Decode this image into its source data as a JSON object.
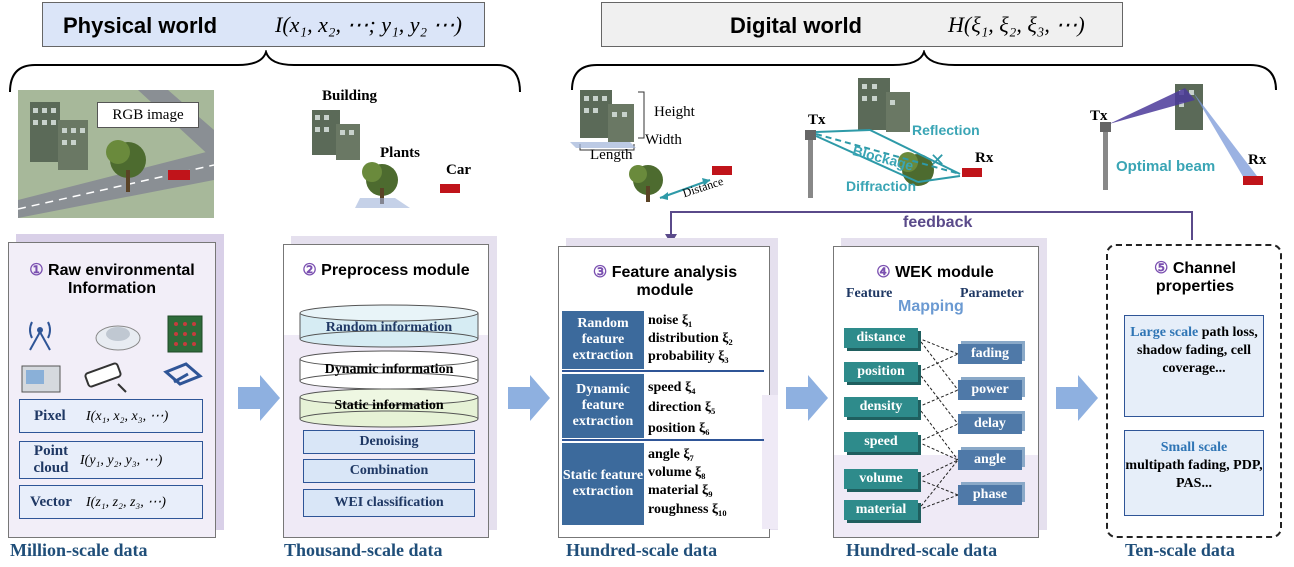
{
  "header": {
    "physical_title": "Physical world",
    "physical_formula": "I(x₁, x₂, ⋯; y₁, y₂ ⋯)",
    "digital_title": "Digital world",
    "digital_formula": "H(ξ₁, ξ₂, ξ₃, ⋯)"
  },
  "scene": {
    "rgb_label": "RGB image",
    "building": "Building",
    "plants": "Plants",
    "car": "Car",
    "height": "Height",
    "width": "Width",
    "length": "Length",
    "distance": "Distance",
    "tx": "Tx",
    "rx": "Rx",
    "reflection": "Reflection",
    "blockage": "Blockage",
    "diffraction": "Diffraction",
    "optimal_beam": "Optimal beam",
    "feedback": "feedback"
  },
  "module1": {
    "num": "①",
    "title": "Raw environmental Information",
    "rows": [
      {
        "label": "Pixel",
        "formula": "I(x₁, x₂, x₃, ⋯)"
      },
      {
        "label": "Point cloud",
        "formula": "I(y₁, y₂, y₃, ⋯)"
      },
      {
        "label": "Vector",
        "formula": "I(z₁, z₂, z₃, ⋯)"
      }
    ],
    "scale": "Million-scale data"
  },
  "module2": {
    "num": "②",
    "title": "Preprocess module",
    "cylinders": [
      "Random information",
      "Dynamic information",
      "Static information"
    ],
    "steps": [
      "Denoising",
      "Combination",
      "WEI classification"
    ],
    "scale": "Thousand-scale data"
  },
  "module3": {
    "num": "③",
    "title": "Feature analysis module",
    "groups": [
      {
        "name": "Random feature extraction",
        "items": [
          "noise ξ₁",
          "distribution ξ₂",
          "probability ξ₃"
        ]
      },
      {
        "name": "Dynamic feature extraction",
        "items": [
          "speed ξ₄",
          "direction ξ₅",
          "position ξ₆"
        ]
      },
      {
        "name": "Static feature extraction",
        "items": [
          "angle ξ₇",
          "volume ξ₈",
          "material ξ₉",
          "roughness ξ₁₀"
        ]
      }
    ],
    "scale": "Hundred-scale data"
  },
  "module4": {
    "num": "④",
    "title": "WEK module",
    "feature_label": "Feature",
    "mapping_label": "Mapping",
    "parameter_label": "Parameter",
    "features": [
      "distance",
      "position",
      "density",
      "speed",
      "volume",
      "material"
    ],
    "parameters": [
      "fading",
      "power",
      "delay",
      "angle",
      "phase"
    ],
    "scale": "Hundred-scale data"
  },
  "module5": {
    "num": "⑤",
    "title": "Channel properties",
    "large": {
      "highlight": "Large scale",
      "rest": "path loss, shadow fading, cell coverage..."
    },
    "small": {
      "highlight": "Small scale",
      "rest": "multipath fading, PDP, PAS..."
    },
    "scale": "Ten-scale data"
  }
}
